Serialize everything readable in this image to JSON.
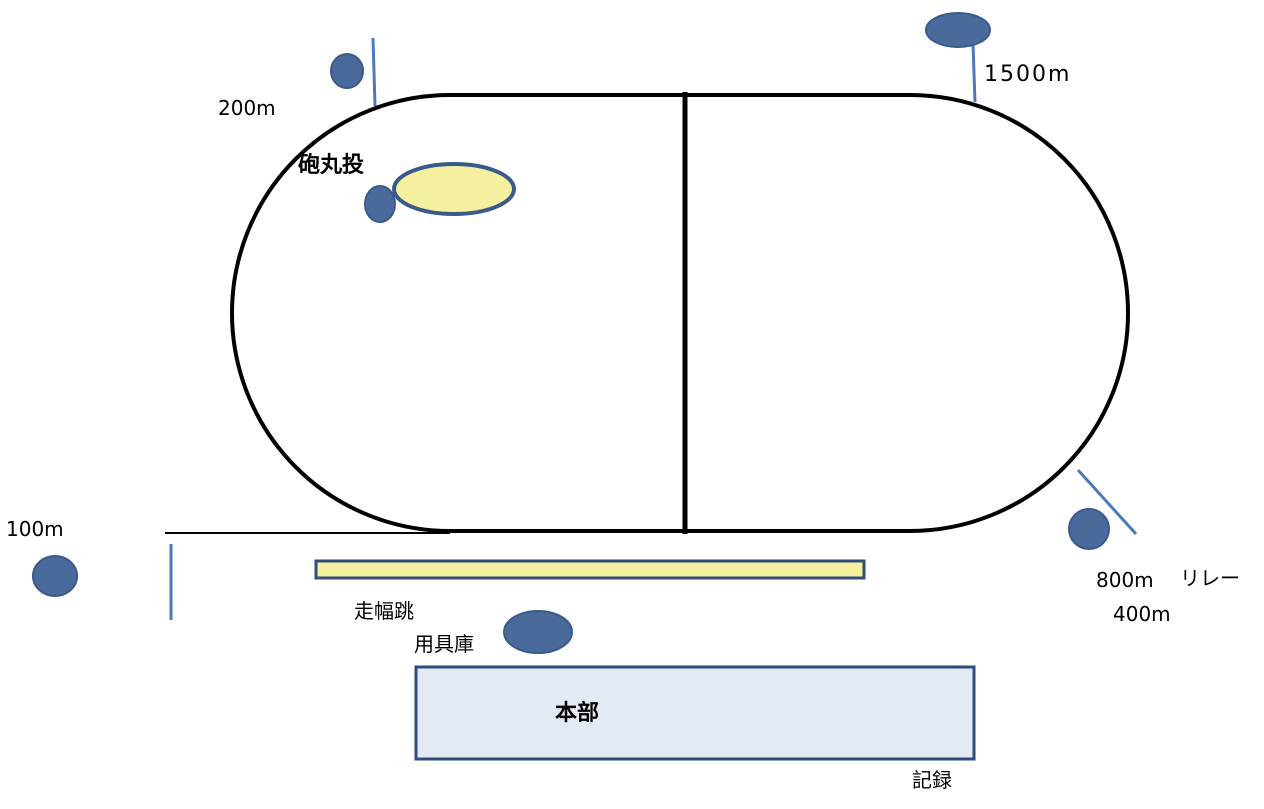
{
  "labels": {
    "m200": "200m",
    "m1500": "1500m",
    "m100": "100m",
    "m800": "800m",
    "relay": "リレー",
    "m400": "400m",
    "shot_put": "砲丸投",
    "long_jump": "走幅跳",
    "equipment_store": "用具庫",
    "headquarters": "本部",
    "records": "記録"
  },
  "colors": {
    "track_line": "#000000",
    "marker_fill": "#4a6a9c",
    "marker_stroke": "#3b5a8a",
    "start_line": "#4a7ab8",
    "field_fill": "#f4f0a0",
    "hq_fill": "#e4eaf3",
    "hq_stroke": "#2f4c7a"
  }
}
